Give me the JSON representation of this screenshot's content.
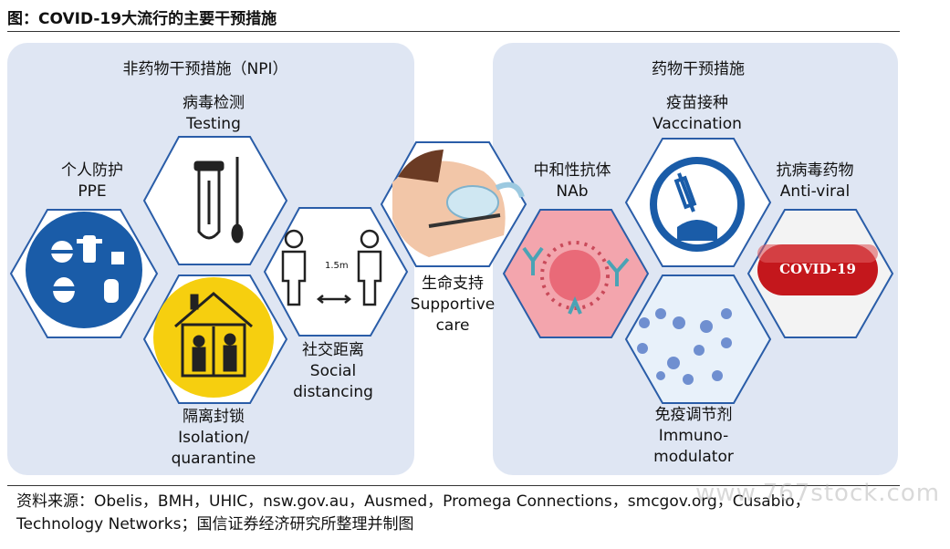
{
  "figure_title": "图：COVID-19大流行的主要干预措施",
  "left_panel": {
    "title": "非药物干预措施（NPI）"
  },
  "right_panel": {
    "title": "药物干预措施"
  },
  "nodes": {
    "ppe": {
      "zh": "个人防护",
      "en": "PPE"
    },
    "testing": {
      "zh": "病毒检测",
      "en": "Testing"
    },
    "social": {
      "zh": "社交距离",
      "en1": "Social",
      "en2": "distancing",
      "distance": "1.5m"
    },
    "isolation": {
      "zh": "隔离封锁",
      "en1": "Isolation/",
      "en2": "quarantine"
    },
    "supportive": {
      "zh": "生命支持",
      "en1": "Supportive",
      "en2": "care"
    },
    "nab": {
      "zh": "中和性抗体",
      "en": "NAb"
    },
    "vaccination": {
      "zh": "疫苗接种",
      "en": "Vaccination"
    },
    "antiviral": {
      "zh": "抗病毒药物",
      "en": "Anti-viral",
      "pill_text": "COVID-19"
    },
    "immuno": {
      "zh": "免疫调节剂",
      "en1": "Immuno-",
      "en2": "modulator"
    }
  },
  "source": "资料来源：Obelis，BMH，UHIC，nsw.gov.au，Ausmed，Promega Connections，smcgov.org，Cusabio，Technology Networks；国信证券经济研究所整理并制图",
  "watermark": "www.767stock.com",
  "colors": {
    "panel": "#dfe6f3",
    "hex_stroke": "#2a5da8",
    "ppe_blue": "#1a5ca8",
    "yellow": "#f6cf0f",
    "virus_bg": "#f3a5ad",
    "pill_red": "#c4171c"
  }
}
